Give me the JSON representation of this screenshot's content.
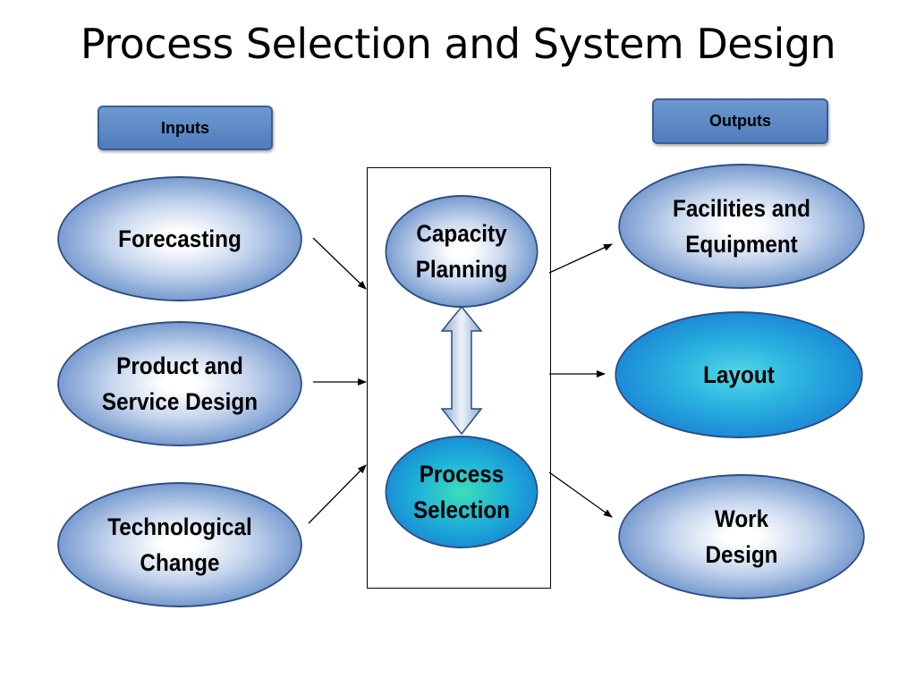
{
  "title": "Process Selection and System Design",
  "labels": {
    "inputs": "Inputs",
    "outputs": "Outputs"
  },
  "inputs": [
    {
      "label": "Forecasting"
    },
    {
      "label": "Product and\nService Design"
    },
    {
      "label": "Technological\nChange"
    }
  ],
  "center": [
    {
      "label": "Capacity\nPlanning"
    },
    {
      "label": "Process\nSelection"
    }
  ],
  "outputs": [
    {
      "label": "Facilities and\nEquipment"
    },
    {
      "label": "Layout"
    },
    {
      "label": "Work\nDesign"
    }
  ],
  "colors": {
    "ellipse_border": "#2e4d80",
    "tag_fill": "#5b87c5",
    "highlight_fill": "#1a86d6"
  }
}
